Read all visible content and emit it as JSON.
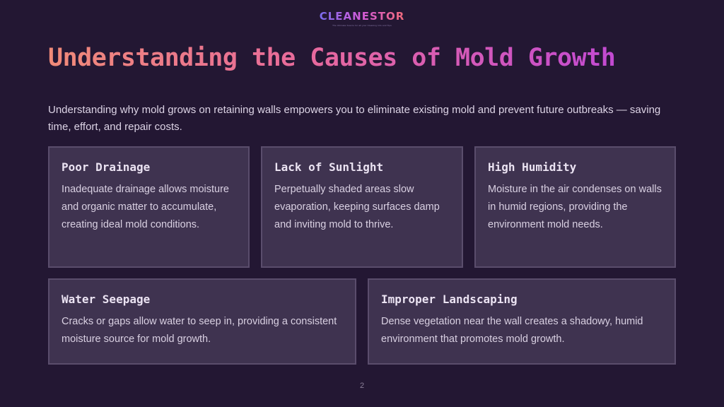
{
  "brand": {
    "name": "CLEANESTOR",
    "tagline": "The Ultimate Source for all your Cleaning Info and Tips"
  },
  "slide": {
    "title": "Understanding the Causes of Mold Growth",
    "intro": "Understanding why mold grows on retaining walls empowers you to eliminate existing mold and prevent future outbreaks — saving time, effort, and repair costs.",
    "page_number": "2"
  },
  "cards": [
    {
      "title": "Poor Drainage",
      "text": "Inadequate drainage allows moisture and organic matter to accumulate, creating ideal mold conditions."
    },
    {
      "title": "Lack of Sunlight",
      "text": "Perpetually shaded areas slow evaporation, keeping surfaces damp and inviting mold to thrive."
    },
    {
      "title": "High Humidity",
      "text": "Moisture in the air condenses on walls in humid regions, providing the environment mold needs."
    },
    {
      "title": "Water Seepage",
      "text": "Cracks or gaps allow water to seep in, providing a consistent moisture source for mold growth."
    },
    {
      "title": "Improper Landscaping",
      "text": "Dense vegetation near the wall creates a shadowy, humid environment that promotes mold growth."
    }
  ]
}
